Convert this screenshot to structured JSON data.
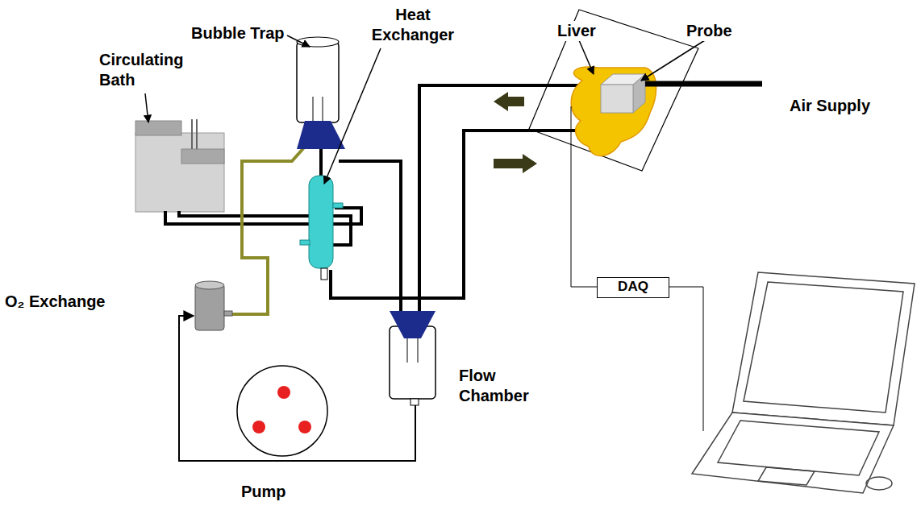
{
  "diagram": {
    "nodes": [
      {
        "text": [
          "DAQ"
        ]
      }
    ],
    "labels": [
      "Circulating Bath",
      "Bubble Trap",
      "Heat Exchanger",
      "Liver",
      "Probe",
      "Air Supply",
      "O₂ Exchange",
      "Flow Chamber",
      "Pump"
    ]
  }
}
